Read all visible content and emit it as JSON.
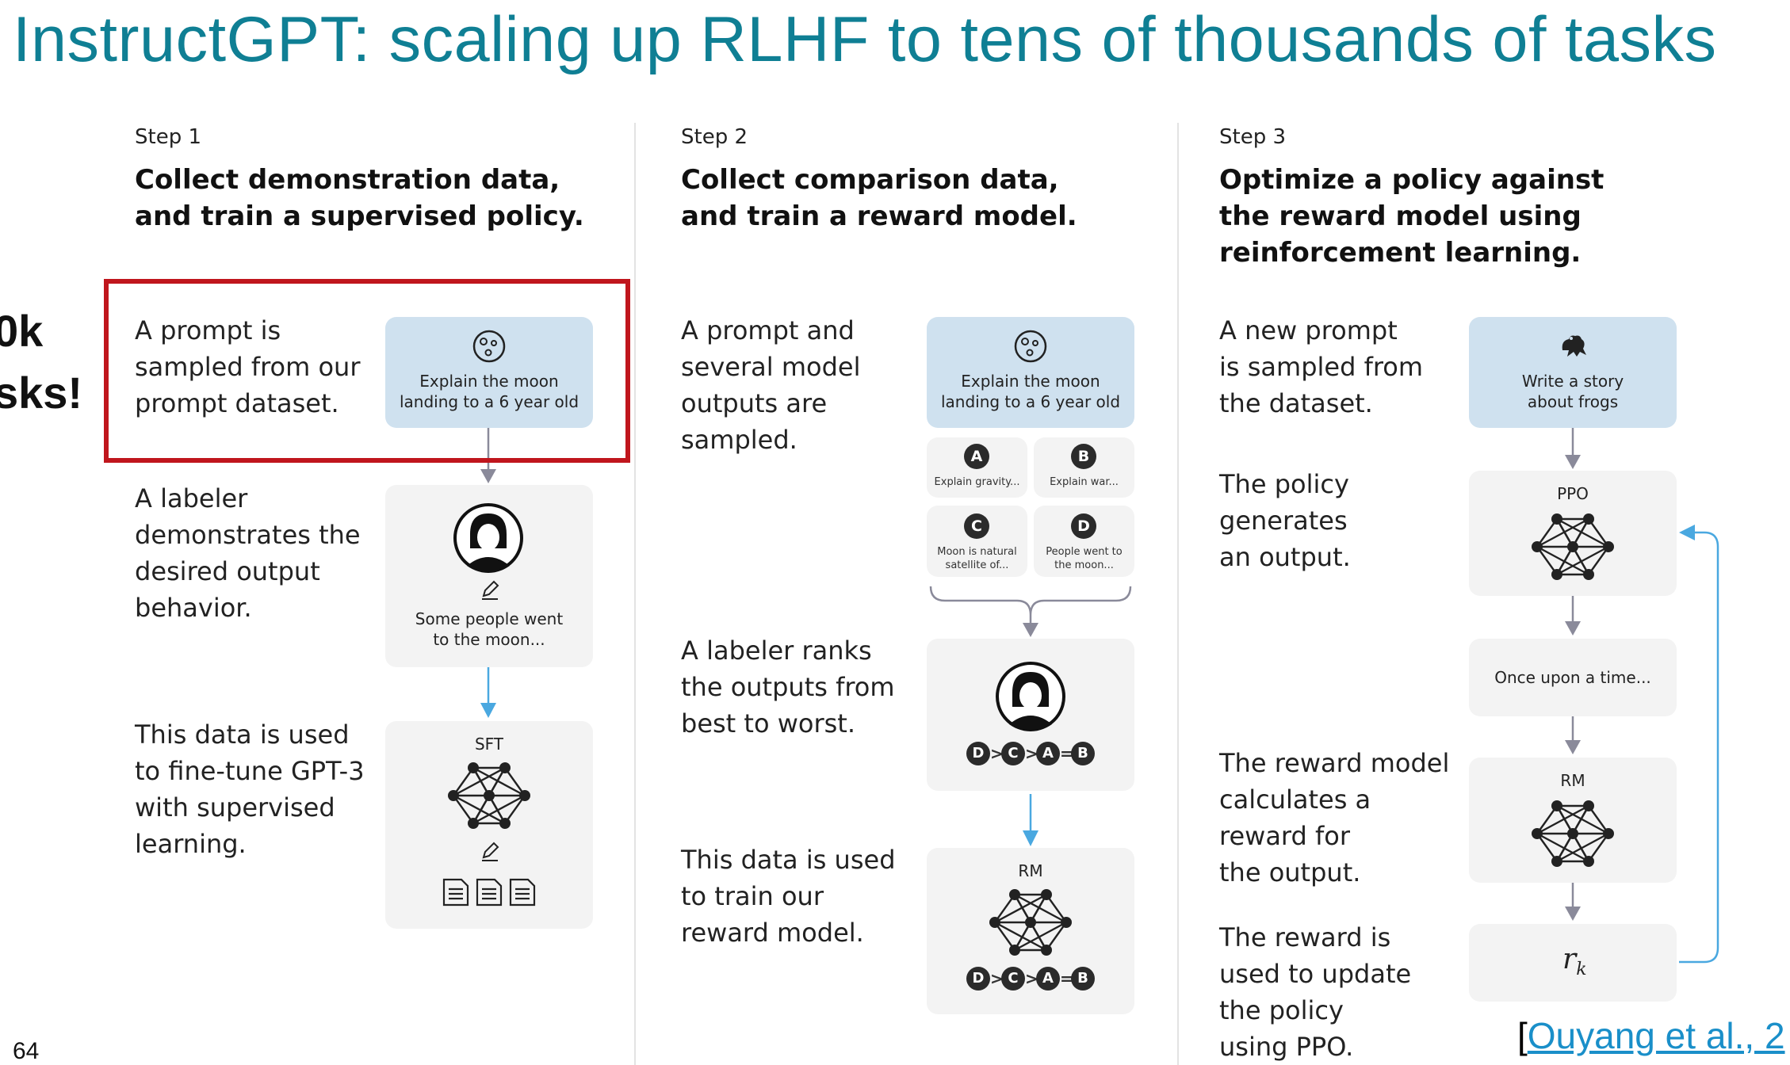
{
  "title": "InstructGPT: scaling up RLHF to tens of thousands of tasks",
  "side_text": [
    "0k",
    "sks!"
  ],
  "page_number": "64",
  "citation": {
    "open": "[",
    "text": "Ouyang et al., 2"
  },
  "colors": {
    "title": "#0f7f94",
    "highlight_box": "#c0161d",
    "blue_arrow": "#4aa8e0",
    "gray_arrow": "#8a8a9a",
    "prompt_card": "#cfe1ef",
    "card": "#f3f3f3"
  },
  "step1": {
    "label": "Step 1",
    "heading": [
      "Collect demonstration data,",
      "and train a supervised policy."
    ],
    "desc1": [
      "A prompt is",
      "sampled from our",
      "prompt dataset."
    ],
    "desc2": [
      "A labeler",
      "demonstrates the",
      "desired output",
      "behavior."
    ],
    "desc3": [
      "This data is used",
      "to fine-tune GPT-3",
      "with supervised",
      "learning."
    ],
    "prompt_card": [
      "Explain the moon",
      "landing to a 6 year old"
    ],
    "demo_card": [
      "Some people went",
      "to the moon..."
    ],
    "model_label": "SFT"
  },
  "step2": {
    "label": "Step 2",
    "heading": [
      "Collect comparison data,",
      "and train a reward model."
    ],
    "desc1": [
      "A prompt and",
      "several model",
      "outputs are",
      "sampled."
    ],
    "desc2": [
      "A labeler ranks",
      "the outputs from",
      "best to worst."
    ],
    "desc3": [
      "This data is used",
      "to train our",
      "reward model."
    ],
    "prompt_card": [
      "Explain the moon",
      "landing to a 6 year old"
    ],
    "outputs": [
      {
        "letter": "A",
        "text": [
          "Explain gravity..."
        ]
      },
      {
        "letter": "B",
        "text": [
          "Explain war..."
        ]
      },
      {
        "letter": "C",
        "text": [
          "Moon is natural",
          "satellite of..."
        ]
      },
      {
        "letter": "D",
        "text": [
          "People went to",
          "the moon..."
        ]
      }
    ],
    "ranking": [
      "D",
      ">",
      "C",
      ">",
      "A",
      "=",
      "B"
    ],
    "model_label": "RM"
  },
  "step3": {
    "label": "Step 3",
    "heading": [
      "Optimize a policy against",
      "the reward model using",
      "reinforcement learning."
    ],
    "desc1": [
      "A new prompt",
      "is sampled from",
      "the dataset."
    ],
    "desc2": [
      "The policy",
      "generates",
      "an output."
    ],
    "desc3": [
      "The reward model",
      "calculates a",
      "reward for",
      "the output."
    ],
    "desc4": [
      "The reward is",
      "used to update",
      "the policy",
      "using PPO."
    ],
    "prompt_card": [
      "Write a story",
      "about frogs"
    ],
    "policy_label": "PPO",
    "output_card": "Once upon a time...",
    "rm_label": "RM",
    "reward_symbol": "r",
    "reward_subscript": "k"
  }
}
